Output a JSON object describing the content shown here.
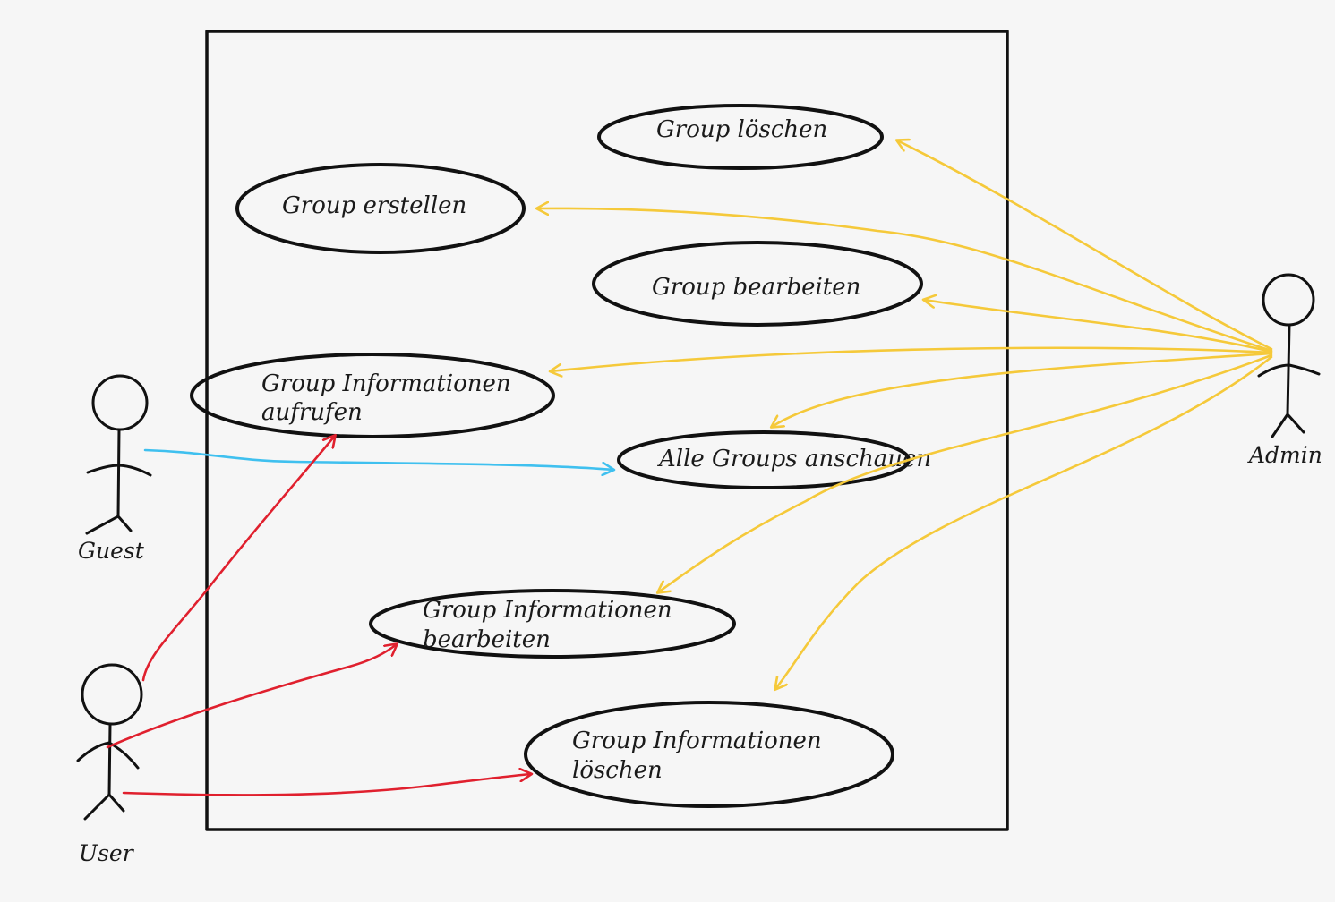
{
  "colors": {
    "background": "#f6f6f6",
    "ink": "#111111",
    "admin_lines": "#f5c93a",
    "guest_lines": "#3fc0ef",
    "user_lines": "#e0202e"
  },
  "actors": {
    "guest": {
      "label": "Guest"
    },
    "user": {
      "label": "User"
    },
    "admin": {
      "label": "Admin"
    }
  },
  "use_cases": {
    "group_loeschen": {
      "lines": [
        "Group löschen"
      ]
    },
    "group_erstellen": {
      "lines": [
        "Group erstellen"
      ]
    },
    "group_bearbeiten": {
      "lines": [
        "Group bearbeiten"
      ]
    },
    "group_info_aufrufen": {
      "lines": [
        "Group Informationen",
        "aufrufen"
      ]
    },
    "alle_groups": {
      "lines": [
        "Alle Groups anschauen"
      ]
    },
    "group_info_bearbeiten": {
      "lines": [
        "Group Informationen",
        "bearbeiten"
      ]
    },
    "group_info_loeschen": {
      "lines": [
        "Group Informationen",
        "löschen"
      ]
    }
  }
}
